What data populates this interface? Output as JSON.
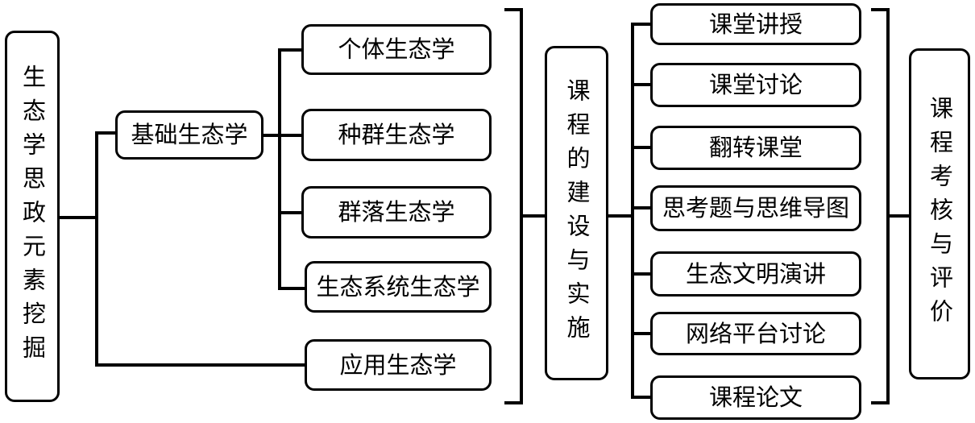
{
  "diagram": {
    "root": "生态学思政元素挖掘",
    "branch_basic": "基础生态学",
    "branch_applied": "应用生态学",
    "basic_children": [
      "个体生态学",
      "种群生态学",
      "群落生态学",
      "生态系统生态学"
    ],
    "middle": "课程的建设与实施",
    "methods": [
      "课堂讲授",
      "课堂讨论",
      "翻转课堂",
      "思考题与思维导图",
      "生态文明演讲",
      "网络平台讨论",
      "课程论文"
    ],
    "right": "课程考核与评价"
  }
}
